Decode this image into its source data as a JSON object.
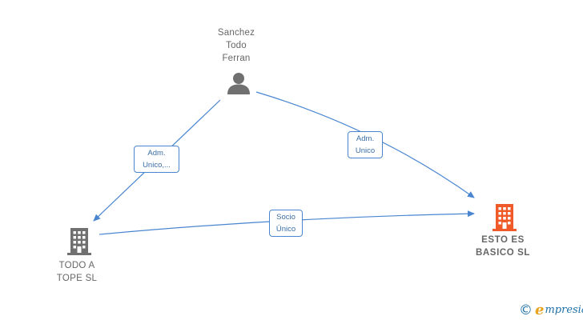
{
  "nodes": {
    "person": {
      "label": "Sanchez\nTodo\nFerran",
      "icon": "person-icon",
      "color": "#707070"
    },
    "todo_a_tope": {
      "label": "TODO A\nTOPE  SL",
      "icon": "building-icon",
      "color": "#707070"
    },
    "esto_es_basico": {
      "label": "ESTO ES\nBASICO  SL",
      "icon": "building-icon",
      "color": "#f05a28"
    }
  },
  "edges": [
    {
      "from": "Sanchez Todo Ferran",
      "to": "TODO A TOPE SL",
      "label": "Adm.\nUnico,..."
    },
    {
      "from": "Sanchez Todo Ferran",
      "to": "ESTO ES BASICO SL",
      "label": "Adm.\nUnico"
    },
    {
      "from": "TODO A TOPE SL",
      "to": "ESTO ES BASICO SL",
      "label": "Socio\nÚnico"
    }
  ],
  "footer": {
    "copyright_symbol": "©",
    "brand_initial": "e",
    "brand_rest": "mpresia"
  },
  "colors": {
    "edge": "#4a86d0",
    "accent_company": "#f05a28",
    "neutral_icon": "#707070"
  }
}
